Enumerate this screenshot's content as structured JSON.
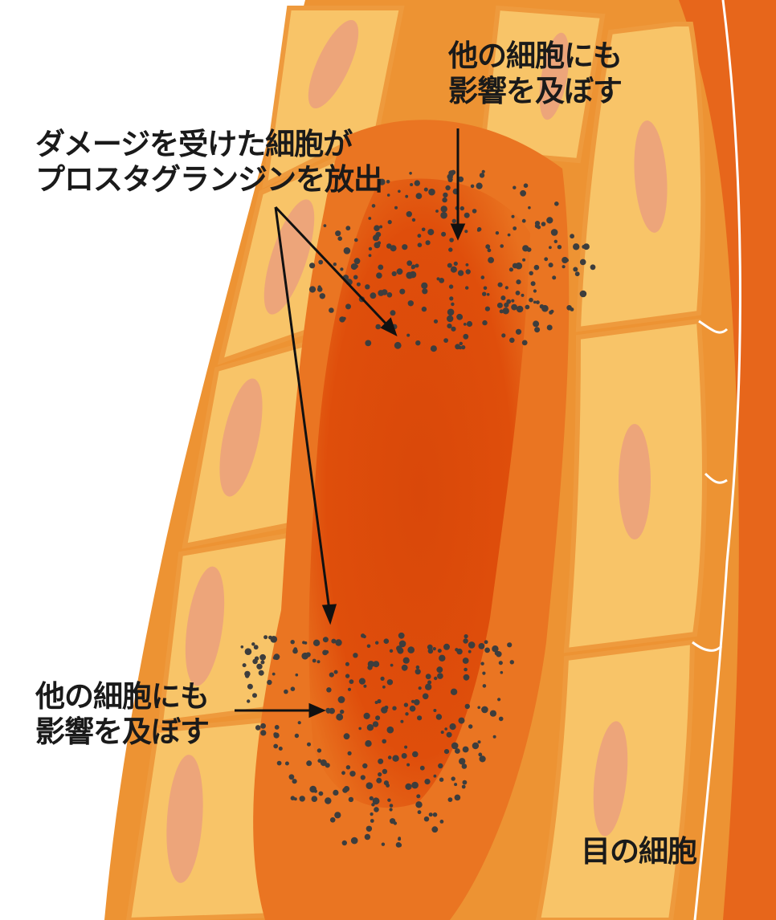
{
  "labels": {
    "damaged_cell": [
      "ダメージを受けた細胞が",
      "プロスタグランジンを放出"
    ],
    "spread_top": [
      "他の細胞にも",
      "影響を及ぼす"
    ],
    "spread_bottom": [
      "他の細胞にも",
      "影響を及ぼす"
    ],
    "eye_cell": "目の細胞"
  },
  "colors": {
    "cell_fill": "#f8c468",
    "cell_border": "#ed9333",
    "nucleus": "#eda57a",
    "damaged_core": "#df4e0b",
    "inflamed_halo": "#ea7522",
    "membrane_line": "#ffffff",
    "particle": "#3d3d3d"
  }
}
